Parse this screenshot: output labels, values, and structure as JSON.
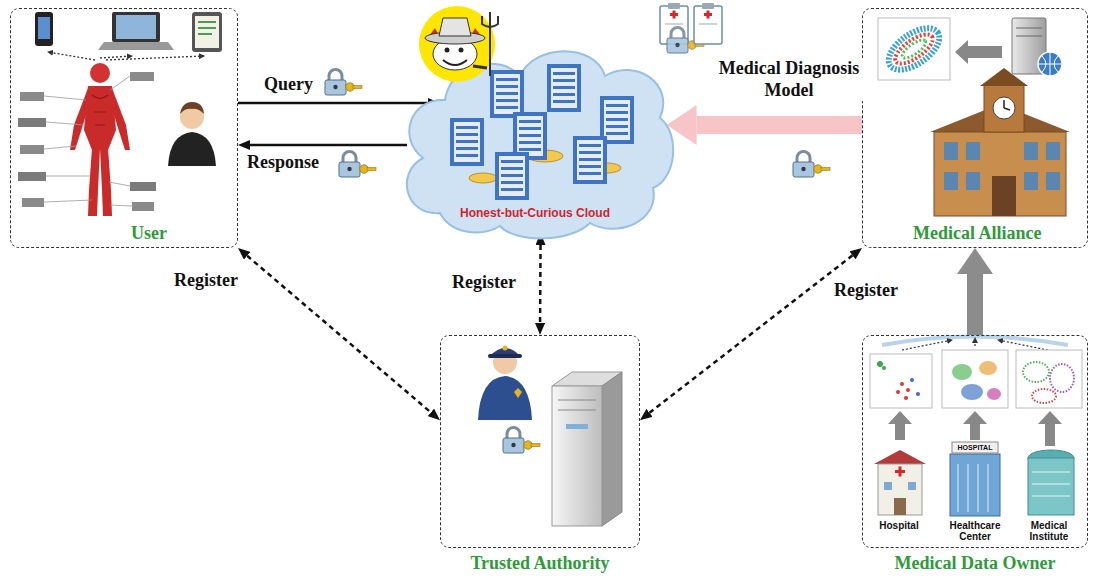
{
  "diagram": {
    "nodes": [
      {
        "text": [
          "User"
        ]
      },
      {
        "text": [
          "Honest-but-Curious Cloud"
        ]
      },
      {
        "text": [
          "Medical Alliance"
        ]
      },
      {
        "text": [
          "Trusted Authority"
        ]
      },
      {
        "text": [
          "Medical Data Owner"
        ]
      }
    ],
    "edges": [
      {
        "from": 0,
        "to": 1,
        "arrow": "to",
        "label": "Query"
      },
      {
        "from": 1,
        "to": 0,
        "arrow": "to",
        "label": "Response"
      },
      {
        "from": 2,
        "to": 1,
        "arrow": "to",
        "label": "Medical Diagnosis Model"
      },
      {
        "from": 0,
        "to": 3,
        "arrow": "both",
        "label": "Register"
      },
      {
        "from": 1,
        "to": 3,
        "arrow": "both",
        "label": "Register"
      },
      {
        "from": 2,
        "to": 3,
        "arrow": "both",
        "label": "Register"
      },
      {
        "from": 4,
        "to": 2,
        "arrow": "to"
      }
    ],
    "labels": [
      "HOSPITAL",
      "Hospital",
      "Healthcare Center",
      "Medical Institute"
    ]
  }
}
